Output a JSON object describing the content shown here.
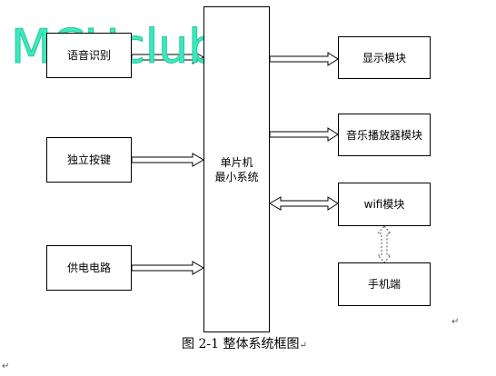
{
  "blocks": {
    "voice": "语音识别",
    "keys": "独立按键",
    "power": "供电电路",
    "mcu_line1": "单片机",
    "mcu_line2": "最小系统",
    "display": "显示模块",
    "music": "音乐播放器模块",
    "wifi": "wifi模块",
    "phone": "手机端"
  },
  "watermark": "MCUclub",
  "caption": "图 2-1 整体系统框图",
  "paragraph_mark": "↵",
  "colors": {
    "line": "#000000",
    "watermark": "#3ee8bd",
    "dashed_link": "#555555"
  }
}
